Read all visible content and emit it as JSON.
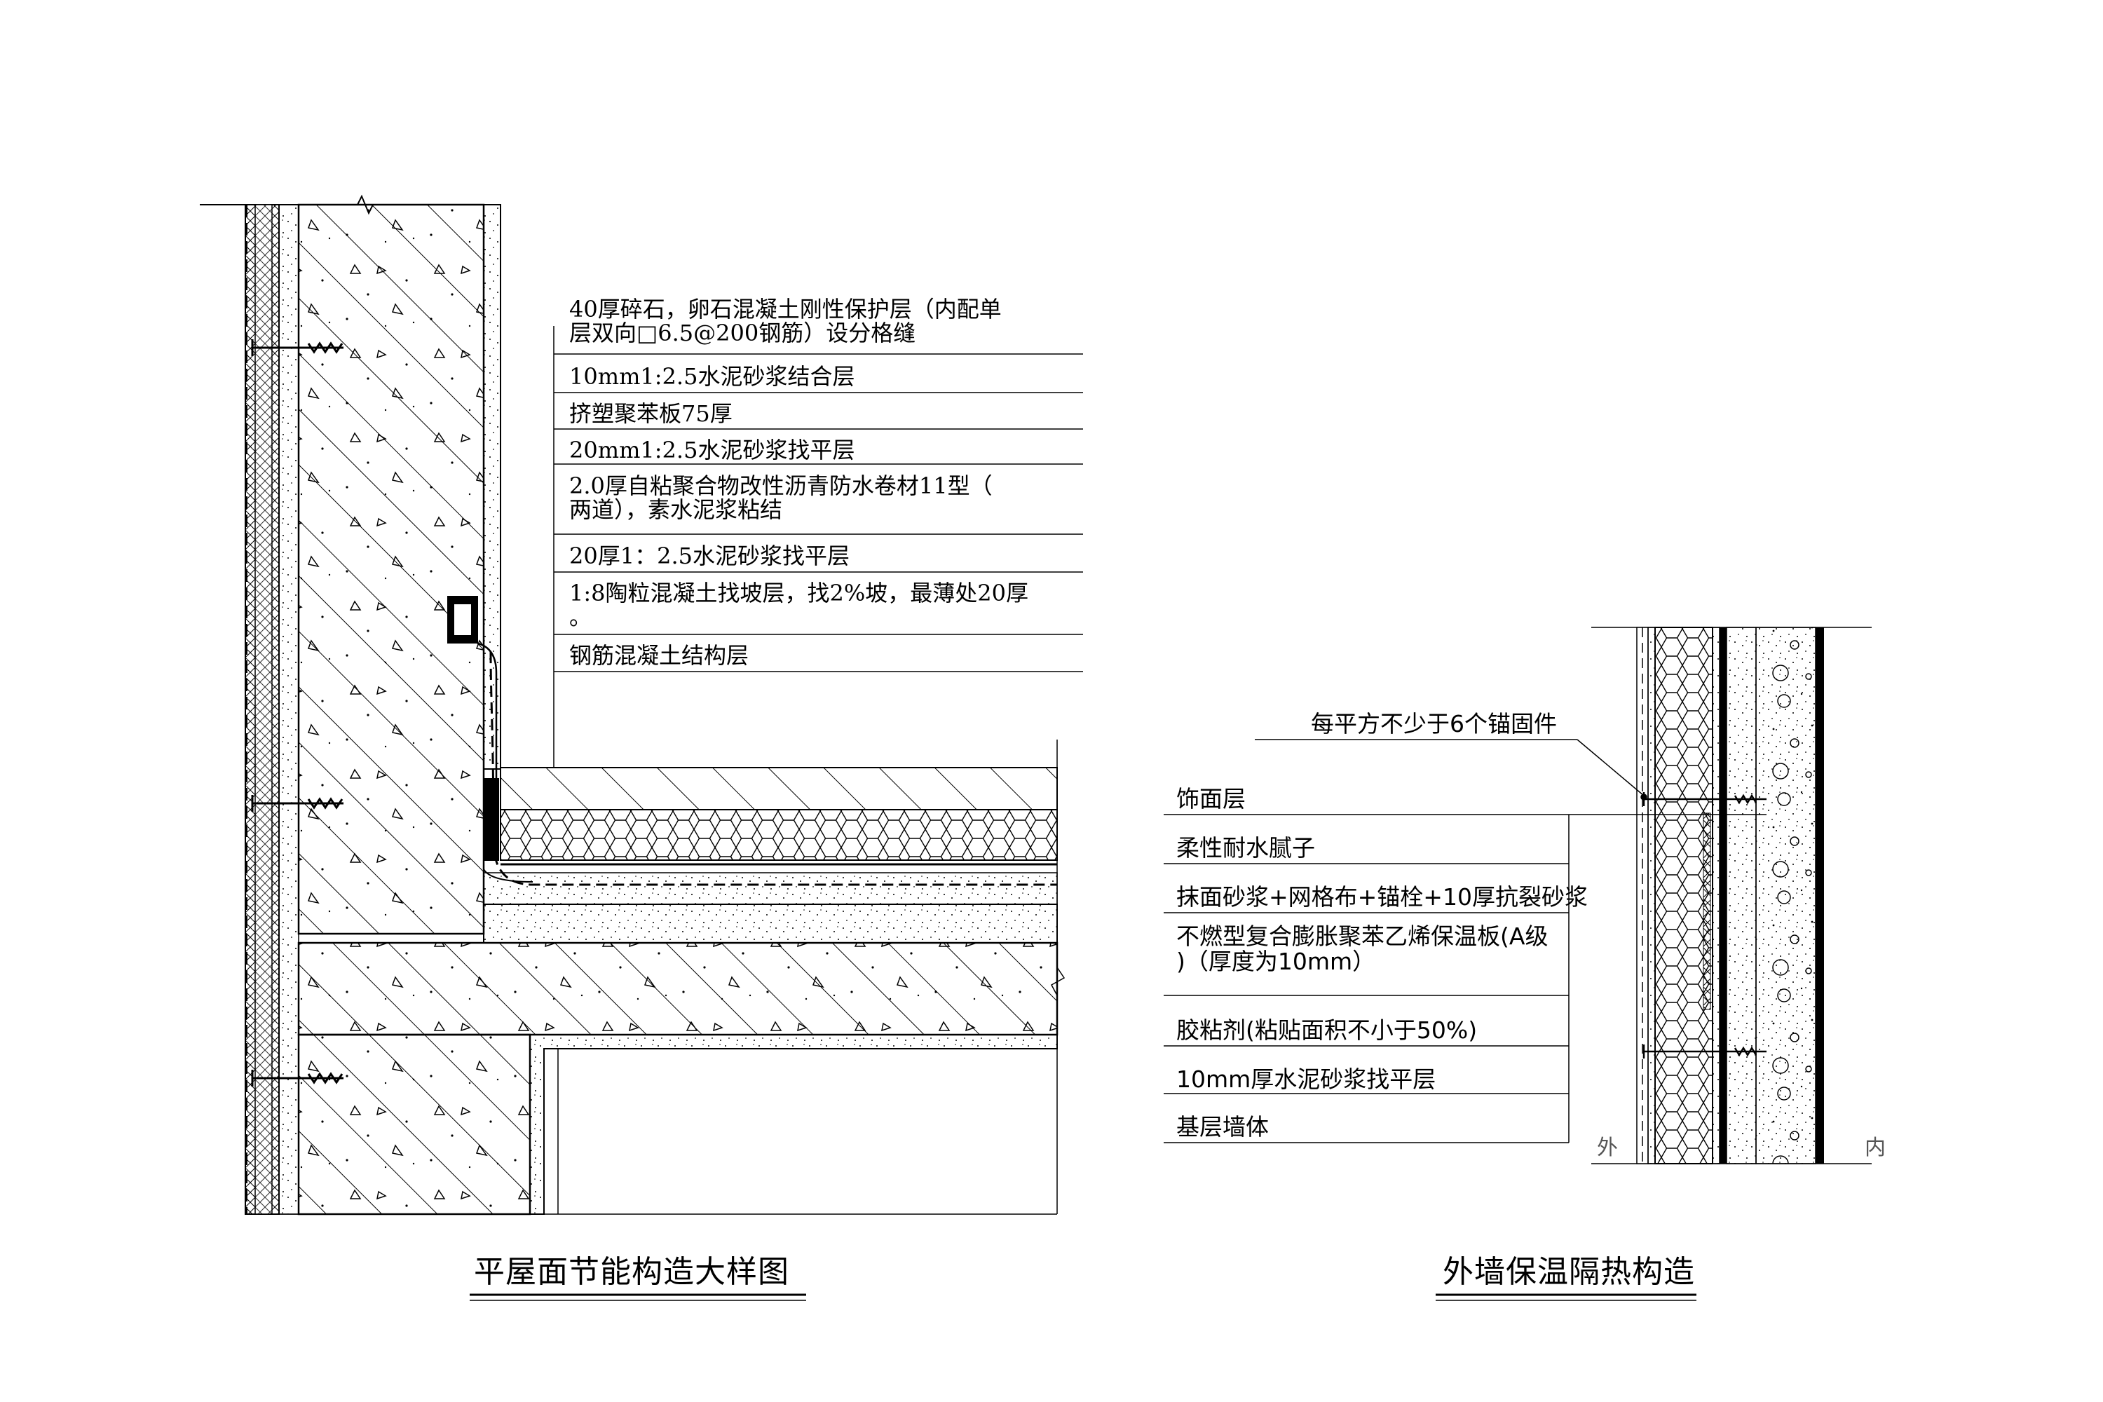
{
  "roof_detail": {
    "title": "平屋面节能构造大样图",
    "layers": [
      "40厚碎石，卵石混凝土刚性保护层（内配单\n层双向□6.5@200钢筋）设分格缝",
      "10mm1:2.5水泥砂浆结合层",
      "挤塑聚苯板75厚",
      "20mm1:2.5水泥砂浆找平层",
      "2.0厚自粘聚合物改性沥青防水卷材11型（\n两道），素水泥浆粘结",
      "20厚1：2.5水泥砂浆找平层",
      "1:8陶粒混凝土找坡层，找2%坡，最薄处20厚\n。",
      "钢筋混凝土结构层"
    ]
  },
  "wall_detail": {
    "title": "外墙保温隔热构造",
    "anchor_note": "每平方不少于6个锚固件",
    "layers": [
      "饰面层",
      "柔性耐水腻子",
      "抹面砂浆+网格布+锚栓+10厚抗裂砂浆",
      "不燃型复合膨胀聚苯乙烯保温板(A级\n)（厚度为10mm）",
      "胶粘剂(粘贴面积不小于50%)",
      "10mm厚水泥砂浆找平层",
      "基层墙体"
    ],
    "outside_label": "外",
    "inside_label": "内"
  }
}
